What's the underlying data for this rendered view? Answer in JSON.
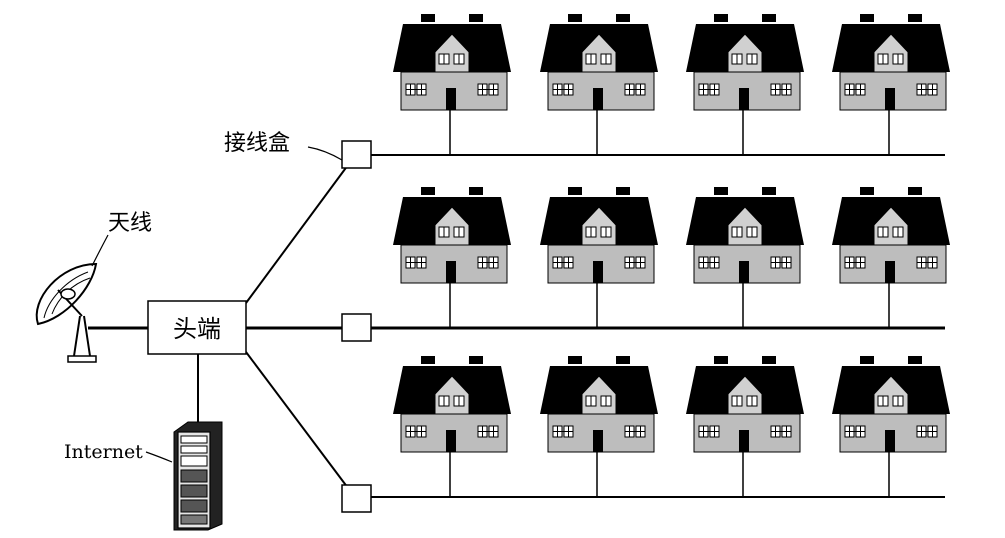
{
  "labels": {
    "antenna": "天线",
    "headend": "头端",
    "junction_box": "接线盒",
    "internet": "Internet"
  },
  "colors": {
    "roof": "#000000",
    "wall": "#bdbdbd",
    "gable": "#d9d9d9",
    "window": "#ffffff",
    "door": "#000000",
    "line": "#000000"
  },
  "network": {
    "branches": 3,
    "houses_per_branch": 4
  }
}
